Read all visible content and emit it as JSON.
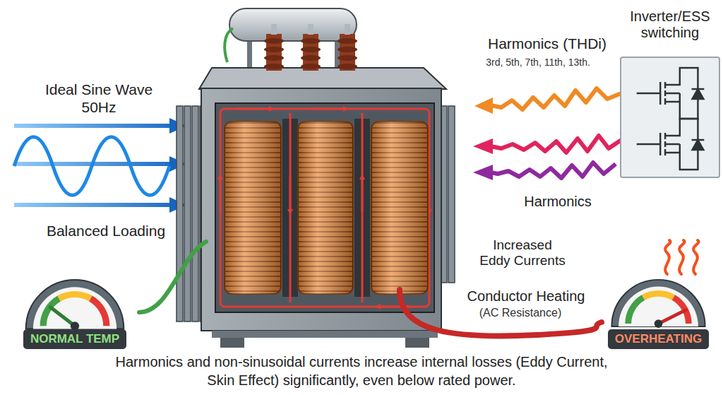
{
  "diagram": {
    "caption": "Harmonics and non-sinusoidal currents increase internal losses (Eddy Current, Skin Effect) significantly, even below rated power.",
    "nodes": [
      {
        "text": [
          "Inverter/ESS switching"
        ]
      },
      {
        "text": [
          "NORMAL TEMP"
        ]
      },
      {
        "text": [
          "OVERHEATING"
        ]
      }
    ],
    "labels": [
      "Ideal Sine Wave 50Hz",
      "Harmonics (THDi)",
      "3rd, 5th, 7th, 11th, 13th.",
      "Harmonics",
      "Balanced Loading",
      "Increased Eddy Currents",
      "Conductor Heating",
      "(AC Resistance)"
    ]
  }
}
